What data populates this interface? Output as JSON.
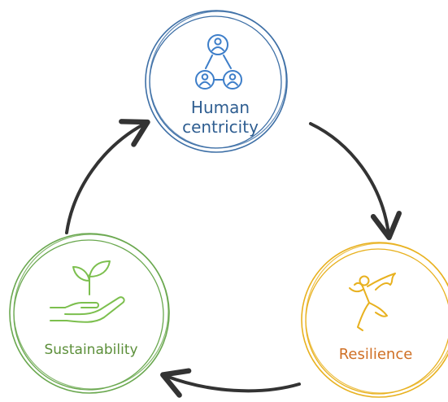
{
  "nodes": {
    "human": {
      "line1": "Human",
      "line2": "centricity",
      "color": "#3d6fa6",
      "icon": "people-network-icon"
    },
    "sustainability": {
      "label": "Sustainability",
      "color": "#6aa84f",
      "icon": "hand-sprout-icon"
    },
    "resilience": {
      "label": "Resilience",
      "color": "#e8b11f",
      "label_color": "#cf6f24",
      "icon": "dancer-icon"
    }
  },
  "arrows": {
    "color": "#333333",
    "flow": [
      "human",
      "resilience",
      "sustainability",
      "human"
    ]
  }
}
